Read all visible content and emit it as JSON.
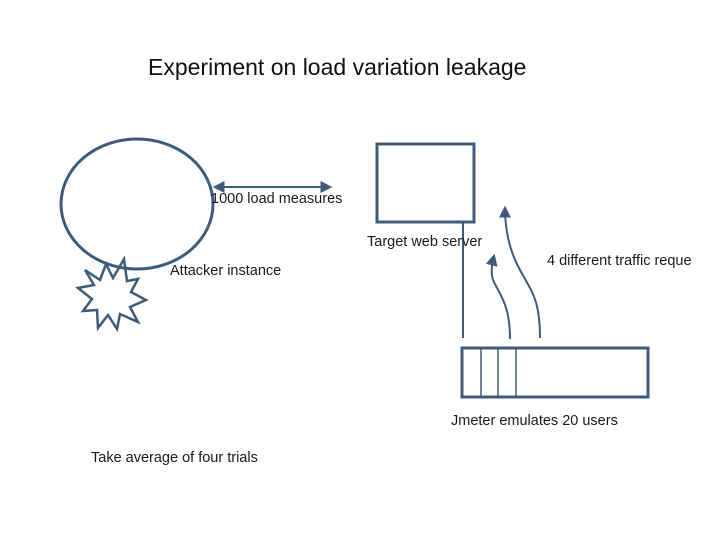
{
  "title": "Experiment on load variation leakage",
  "labels": {
    "load_measures": "1000 load measures",
    "target_server": "Target web server",
    "traffic_requests": "4 different traffic reque",
    "attacker_instance": "Attacker instance",
    "jmeter": "Jmeter emulates 20 users",
    "average": "Take average of four trials"
  },
  "colors": {
    "stroke": "#3e5c7a",
    "text": "#1a1a1a"
  }
}
